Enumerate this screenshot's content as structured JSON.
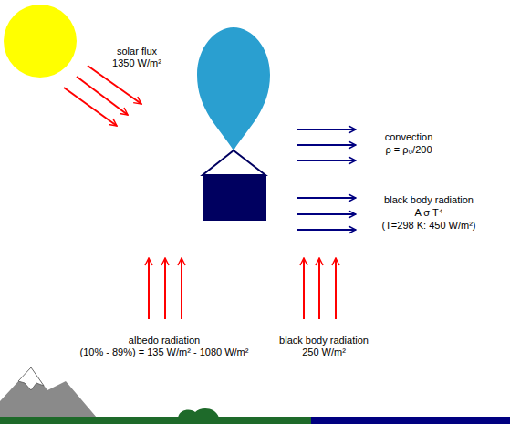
{
  "diagram": {
    "labels": [
      "solar flux",
      "1350 W/m²",
      "convection",
      "ρ = ρ₀/200",
      "black body radiation",
      "A σ T⁴",
      "(T=298 K:  450 W/m²)",
      "albedo radiation",
      "(10% - 89%) = 135 W/m² - 1080 W/m²",
      "black body radiation",
      "250 W/m²"
    ]
  }
}
